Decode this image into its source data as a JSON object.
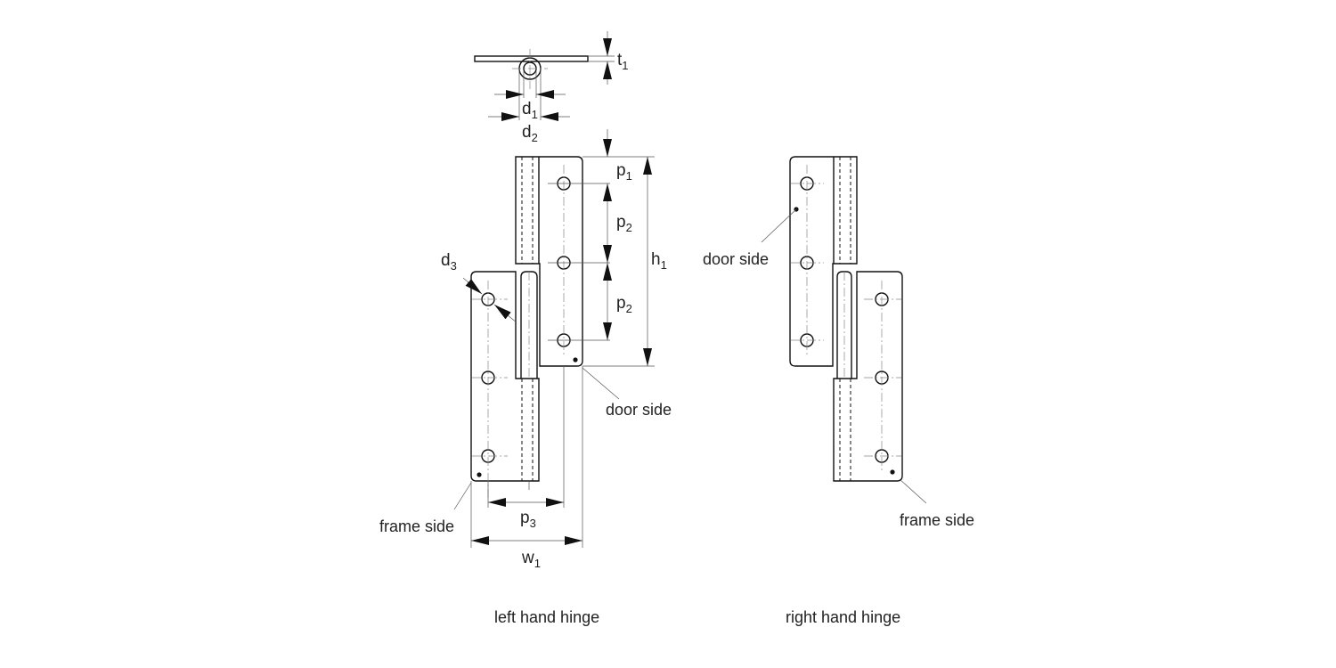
{
  "dimensions": {
    "t1": {
      "main": "t",
      "sub": "1"
    },
    "d1": {
      "main": "d",
      "sub": "1"
    },
    "d2": {
      "main": "d",
      "sub": "2"
    },
    "d3": {
      "main": "d",
      "sub": "3"
    },
    "p1": {
      "main": "p",
      "sub": "1"
    },
    "p2a": {
      "main": "p",
      "sub": "2"
    },
    "p2b": {
      "main": "p",
      "sub": "2"
    },
    "h1": {
      "main": "h",
      "sub": "1"
    },
    "p3": {
      "main": "p",
      "sub": "3"
    },
    "w1": {
      "main": "w",
      "sub": "1"
    }
  },
  "labels": {
    "left_door_side": "door side",
    "left_frame_side": "frame side",
    "right_door_side": "door side",
    "right_frame_side": "frame side",
    "left_caption": "left hand hinge",
    "right_caption": "right hand hinge"
  }
}
